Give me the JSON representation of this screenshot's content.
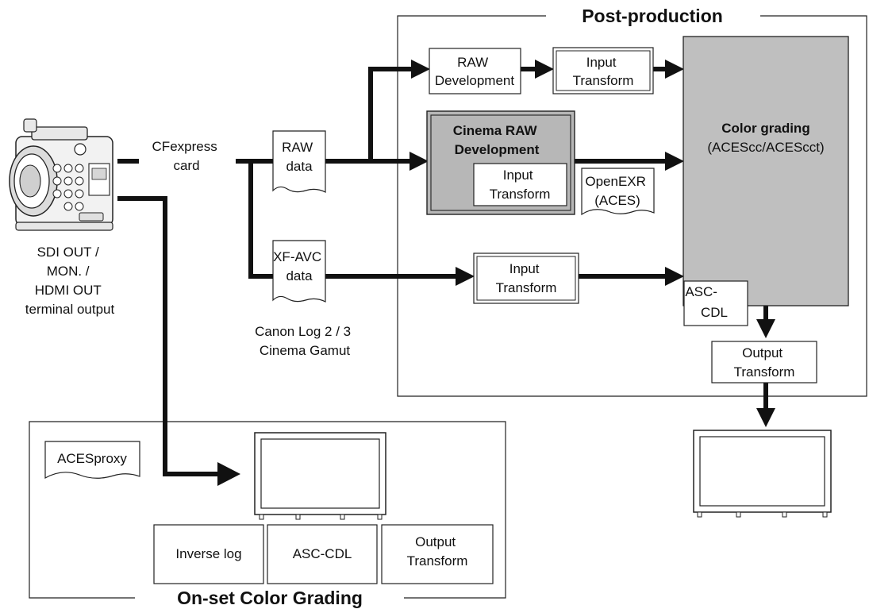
{
  "sections": {
    "post_production": "Post-production",
    "on_set": "On-set Color Grading"
  },
  "source": {
    "media_lines": [
      "CFexpress",
      "card"
    ],
    "output_lines": [
      "SDI OUT /",
      "MON. /",
      "HDMI OUT",
      "terminal output"
    ]
  },
  "data_files": {
    "raw": [
      "RAW",
      "data"
    ],
    "xfavc": [
      "XF-AVC",
      "data"
    ],
    "xfavc_note": [
      "Canon Log 2 / 3",
      "Cinema Gamut"
    ],
    "openexr": [
      "OpenEXR",
      "(ACES)"
    ],
    "acesproxy": [
      "ACESproxy"
    ]
  },
  "post": {
    "raw_development": [
      "RAW",
      "Development"
    ],
    "input_transform_top": [
      "Input",
      "Transform"
    ],
    "cinema_raw_title": [
      "Cinema RAW",
      "Development"
    ],
    "cinema_raw_input": [
      "Input",
      "Transform"
    ],
    "input_transform_xfavc": [
      "Input",
      "Transform"
    ],
    "color_grading_title": "Color grading",
    "color_grading_sub": "(ACEScc/ACEScct)",
    "asc_cdl": [
      "ASC-",
      "CDL"
    ],
    "output_transform": [
      "Output",
      "Transform"
    ]
  },
  "onset": {
    "inverse_log": "Inverse log",
    "asc_cdl": "ASC-CDL",
    "output_transform": [
      "Output",
      "Transform"
    ]
  },
  "colors": {
    "grading_fill": "#bfbfbf",
    "cinema_raw_fill": "#b7b7b7",
    "arrow": "#111111",
    "line": "#222222"
  }
}
